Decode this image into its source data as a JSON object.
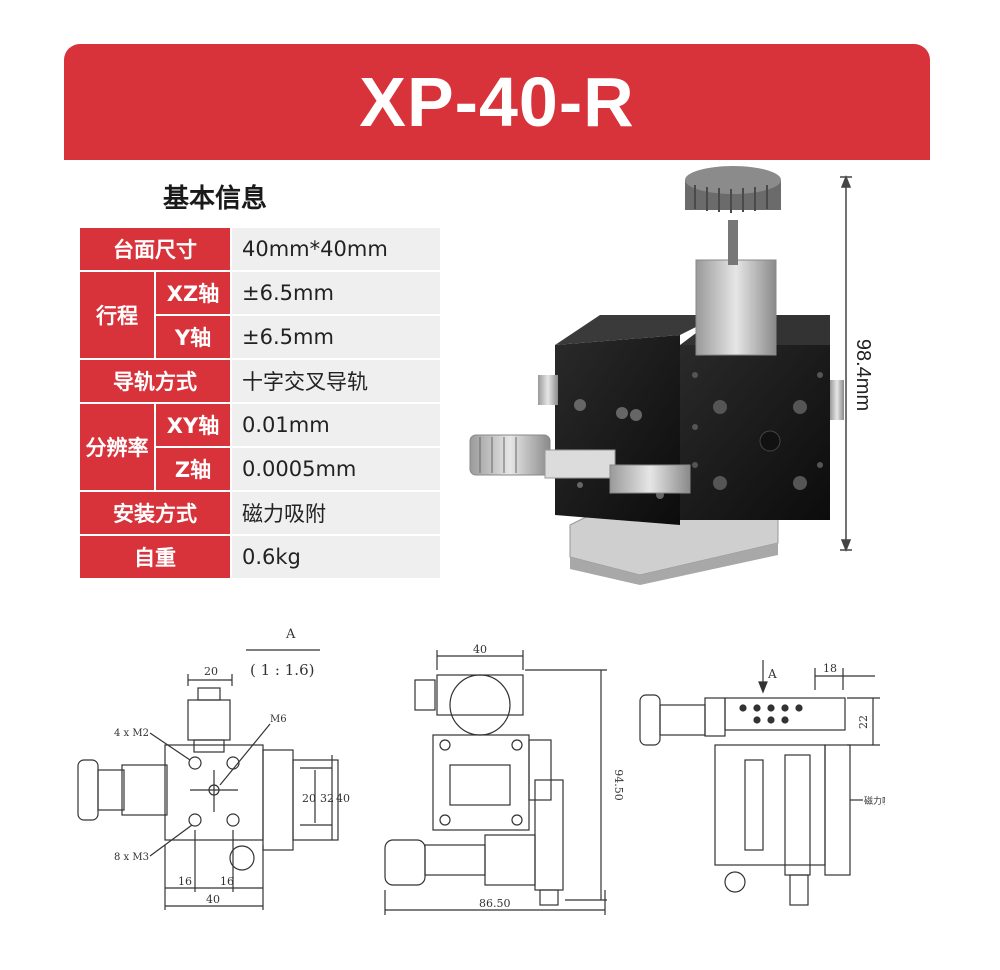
{
  "banner": {
    "title": "XP-40-R"
  },
  "section": {
    "title": "基本信息"
  },
  "specs": {
    "table_size": {
      "label": "台面尺寸",
      "value": "40mm*40mm"
    },
    "travel": {
      "label": "行程",
      "xz": {
        "label": "XZ轴",
        "value": "±6.5mm"
      },
      "y": {
        "label": "Y轴",
        "value": "±6.5mm"
      }
    },
    "guide": {
      "label": "导轨方式",
      "value": "十字交叉导轨"
    },
    "resolution": {
      "label": "分辨率",
      "xy": {
        "label": "XY轴",
        "value": "0.01mm"
      },
      "z": {
        "label": "Z轴",
        "value": "0.0005mm"
      }
    },
    "mount": {
      "label": "安装方式",
      "value": "磁力吸附"
    },
    "weight": {
      "label": "自重",
      "value": "0.6kg"
    }
  },
  "photo": {
    "height_dim": "98.4mm"
  },
  "drawings": {
    "left": {
      "view_label": "A",
      "scale": "( 1 : 1.6)",
      "dim_top": "20",
      "callout_tl": "4 x M2",
      "callout_tr": "M6",
      "callout_bl": "8 x M3",
      "dim_20": "20",
      "dim_32": "32",
      "dim_40_r": "40",
      "dim_16_a": "16",
      "dim_16_b": "16",
      "dim_40_b": "40"
    },
    "middle": {
      "dim_top": "40",
      "dim_height": "94.50",
      "dim_width": "86.50"
    },
    "right": {
      "view_label": "A",
      "dim_18": "18",
      "dim_22": "22",
      "note": "磁力吸附座"
    }
  }
}
